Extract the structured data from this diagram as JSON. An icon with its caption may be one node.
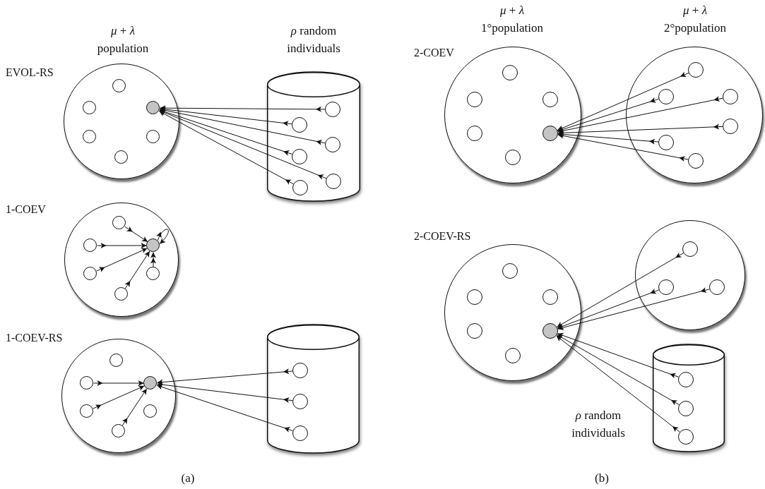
{
  "diagram": {
    "nodes": [
      {
        "text": [],
        "shape": "circle"
      },
      {
        "text": [],
        "shape": "circle",
        "in": 0
      },
      {
        "text": [],
        "shape": "circle",
        "in": 0
      },
      {
        "text": [],
        "shape": "circle",
        "in": 0
      },
      {
        "text": [],
        "shape": "circle",
        "in": 0
      },
      {
        "text": [],
        "shape": "circle",
        "in": 0
      },
      {
        "text": [],
        "shape": "circle",
        "in": 0
      },
      {
        "text": [],
        "shape": "cylinder"
      },
      {
        "text": [],
        "shape": "circle",
        "in": 7
      },
      {
        "text": [],
        "shape": "circle",
        "in": 7
      },
      {
        "text": [],
        "shape": "circle",
        "in": 7
      },
      {
        "text": [],
        "shape": "circle",
        "in": 7
      },
      {
        "text": [],
        "shape": "circle",
        "in": 7
      },
      {
        "text": [],
        "shape": "circle",
        "in": 7
      },
      {
        "text": [],
        "shape": "circle"
      },
      {
        "text": [],
        "shape": "circle",
        "in": 14
      },
      {
        "text": [],
        "shape": "circle",
        "in": 14
      },
      {
        "text": [],
        "shape": "circle",
        "in": 14
      },
      {
        "text": [],
        "shape": "circle",
        "in": 14
      },
      {
        "text": [],
        "shape": "circle",
        "in": 14
      },
      {
        "text": [],
        "shape": "circle",
        "in": 14
      },
      {
        "text": [],
        "shape": "circle"
      },
      {
        "text": [],
        "shape": "circle",
        "in": 21
      },
      {
        "text": [],
        "shape": "circle",
        "in": 21
      },
      {
        "text": [],
        "shape": "circle",
        "in": 21
      },
      {
        "text": [],
        "shape": "circle",
        "in": 21
      },
      {
        "text": [],
        "shape": "circle",
        "in": 21
      },
      {
        "text": [],
        "shape": "circle",
        "in": 21
      },
      {
        "text": [],
        "shape": "cylinder"
      },
      {
        "text": [],
        "shape": "circle",
        "in": 28
      },
      {
        "text": [],
        "shape": "circle",
        "in": 28
      },
      {
        "text": [],
        "shape": "circle",
        "in": 28
      },
      {
        "text": [],
        "shape": "circle"
      },
      {
        "text": [],
        "shape": "circle",
        "in": 32
      },
      {
        "text": [],
        "shape": "circle",
        "in": 32
      },
      {
        "text": [],
        "shape": "circle",
        "in": 32
      },
      {
        "text": [],
        "shape": "circle",
        "in": 32
      },
      {
        "text": [],
        "shape": "circle",
        "in": 32
      },
      {
        "text": [],
        "shape": "circle",
        "in": 32
      },
      {
        "text": [],
        "shape": "circle"
      },
      {
        "text": [],
        "shape": "circle",
        "in": 39
      },
      {
        "text": [],
        "shape": "circle",
        "in": 39
      },
      {
        "text": [],
        "shape": "circle",
        "in": 39
      },
      {
        "text": [],
        "shape": "circle",
        "in": 39
      },
      {
        "text": [],
        "shape": "circle",
        "in": 39
      },
      {
        "text": [],
        "shape": "circle",
        "in": 39
      },
      {
        "text": [],
        "shape": "circle"
      },
      {
        "text": [],
        "shape": "circle",
        "in": 46
      },
      {
        "text": [],
        "shape": "circle",
        "in": 46
      },
      {
        "text": [],
        "shape": "circle",
        "in": 46
      },
      {
        "text": [],
        "shape": "circle",
        "in": 46
      },
      {
        "text": [],
        "shape": "circle",
        "in": 46
      },
      {
        "text": [],
        "shape": "circle",
        "in": 46
      },
      {
        "text": [],
        "shape": "circle"
      },
      {
        "text": [],
        "shape": "circle",
        "in": 53
      },
      {
        "text": [],
        "shape": "circle",
        "in": 53
      },
      {
        "text": [],
        "shape": "circle",
        "in": 53
      },
      {
        "text": [],
        "shape": "cylinder"
      },
      {
        "text": [],
        "shape": "circle",
        "in": 57
      },
      {
        "text": [],
        "shape": "circle",
        "in": 57
      },
      {
        "text": [],
        "shape": "circle",
        "in": 57
      }
    ],
    "edges": [
      {
        "from": 8,
        "to": 3,
        "arrow": "to"
      },
      {
        "from": 9,
        "to": 3,
        "arrow": "to"
      },
      {
        "from": 10,
        "to": 3,
        "arrow": "to"
      },
      {
        "from": 11,
        "to": 3,
        "arrow": "to"
      },
      {
        "from": 12,
        "to": 3,
        "arrow": "to"
      },
      {
        "from": 13,
        "to": 3,
        "arrow": "to"
      },
      {
        "from": 15,
        "to": 17,
        "arrow": "to"
      },
      {
        "from": 16,
        "to": 17,
        "arrow": "to"
      },
      {
        "from": 18,
        "to": 17,
        "arrow": "to"
      },
      {
        "from": 19,
        "to": 17,
        "arrow": "to"
      },
      {
        "from": 20,
        "to": 17,
        "arrow": "to"
      },
      {
        "from": 17,
        "to": 17,
        "arrow": "to"
      },
      {
        "from": 23,
        "to": 24,
        "arrow": "to"
      },
      {
        "from": 25,
        "to": 24,
        "arrow": "to"
      },
      {
        "from": 27,
        "to": 24,
        "arrow": "to"
      },
      {
        "from": 29,
        "to": 24,
        "arrow": "to"
      },
      {
        "from": 30,
        "to": 24,
        "arrow": "to"
      },
      {
        "from": 31,
        "to": 24,
        "arrow": "to"
      },
      {
        "from": 40,
        "to": 37,
        "arrow": "to"
      },
      {
        "from": 41,
        "to": 37,
        "arrow": "to"
      },
      {
        "from": 42,
        "to": 37,
        "arrow": "to"
      },
      {
        "from": 43,
        "to": 37,
        "arrow": "to"
      },
      {
        "from": 44,
        "to": 37,
        "arrow": "to"
      },
      {
        "from": 45,
        "to": 37,
        "arrow": "to"
      },
      {
        "from": 54,
        "to": 51,
        "arrow": "to"
      },
      {
        "from": 55,
        "to": 51,
        "arrow": "to"
      },
      {
        "from": 56,
        "to": 51,
        "arrow": "to"
      },
      {
        "from": 58,
        "to": 51,
        "arrow": "to"
      },
      {
        "from": 59,
        "to": 51,
        "arrow": "to"
      },
      {
        "from": 60,
        "to": 51,
        "arrow": "to"
      }
    ],
    "labels": [
      "*μ* + *λ* population",
      "*ρ* random individuals",
      "EVOL-RS",
      "1-COEV",
      "1-COEV-RS",
      "(a)",
      "*μ* + *λ* 1°population",
      "*μ* + *λ* 2°population",
      "2-COEV",
      "2-COEV-RS",
      "*ρ* random individuals",
      "(b)"
    ]
  }
}
